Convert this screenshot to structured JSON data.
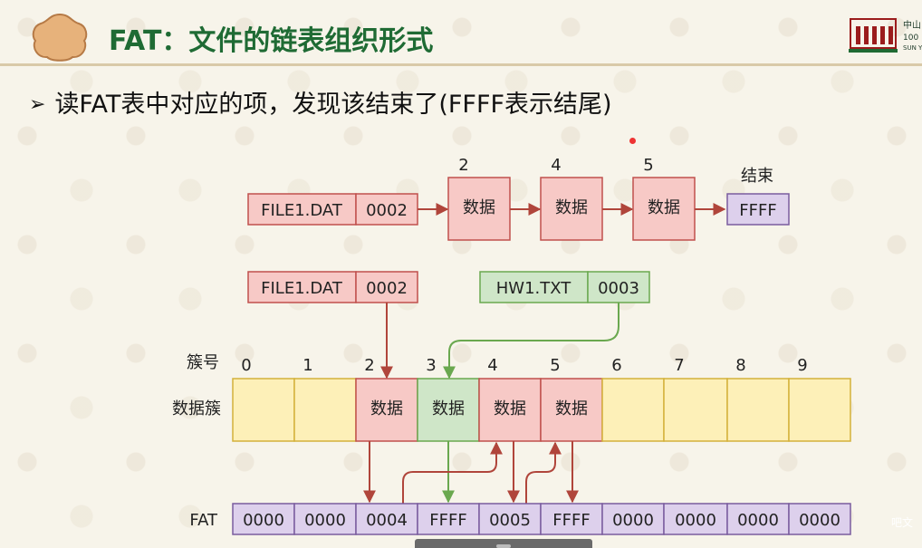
{
  "header": {
    "title": "FAT：文件的链表组织形式",
    "logo_lines": [
      "中山",
      "100",
      "SUN Y"
    ]
  },
  "bullet": "读FAT表中对应的项，发现该结束了(FFFF表示结尾)",
  "chain": {
    "dir_entry": {
      "name": "FILE1.DAT",
      "start": "0002"
    },
    "nodes": [
      {
        "label": "2",
        "text": "数据"
      },
      {
        "label": "4",
        "text": "数据"
      },
      {
        "label": "5",
        "text": "数据"
      }
    ],
    "end": {
      "label": "结束",
      "text": "FFFF"
    }
  },
  "dir_entries": [
    {
      "name": "FILE1.DAT",
      "start": "0002"
    },
    {
      "name": "HW1.TXT",
      "start": "0003"
    }
  ],
  "cluster_label": "簇号",
  "data_row_label": "数据簇",
  "fat_row_label": "FAT",
  "clusters": [
    {
      "id": "0",
      "data": "",
      "fat": "0000"
    },
    {
      "id": "1",
      "data": "",
      "fat": "0000"
    },
    {
      "id": "2",
      "data": "数据",
      "fat": "0004"
    },
    {
      "id": "3",
      "data": "数据",
      "fat": "FFFF"
    },
    {
      "id": "4",
      "data": "数据",
      "fat": "0005"
    },
    {
      "id": "5",
      "data": "数据",
      "fat": "FFFF"
    },
    {
      "id": "6",
      "data": "",
      "fat": "0000"
    },
    {
      "id": "7",
      "data": "",
      "fat": "0000"
    },
    {
      "id": "8",
      "data": "",
      "fat": "0000"
    },
    {
      "id": "9",
      "data": "",
      "fat": "0000"
    }
  ],
  "corner_text": "吧文",
  "colors": {
    "title_green": "#1f6b34",
    "red_fill": "#f7c9c6",
    "red_stroke": "#c0504d",
    "green_fill": "#cfe6c8",
    "green_stroke": "#6aa84f",
    "yellow_fill": "#fdf0b8",
    "yellow_stroke": "#d4b13a",
    "purple_fill": "#ddd0ec",
    "purple_stroke": "#7a5c9e",
    "arrow_red": "#b0453b",
    "arrow_green": "#6aa84f"
  }
}
